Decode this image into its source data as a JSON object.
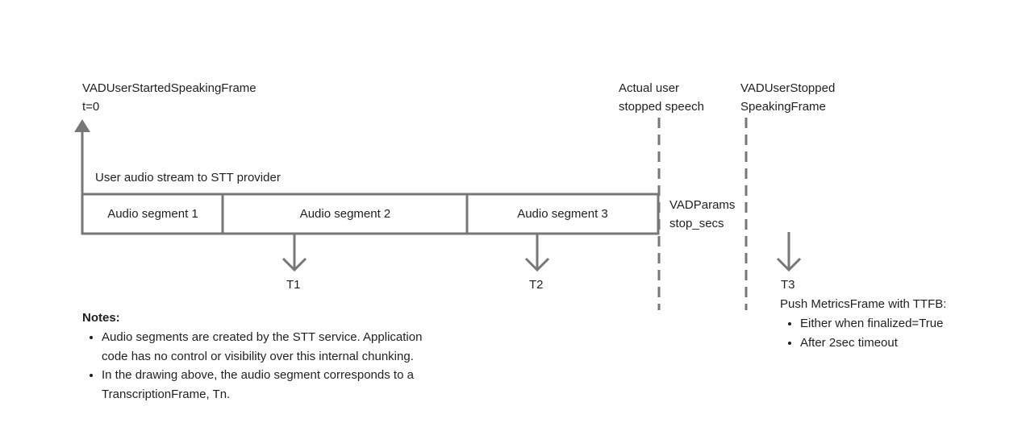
{
  "labels": {
    "start_frame": "VADUserStartedSpeakingFrame",
    "t0": "t=0",
    "actual_stop_line1": "Actual user",
    "actual_stop_line2": "stopped speech",
    "stopped_frame_line1": "VADUserStopped",
    "stopped_frame_line2": "SpeakingFrame",
    "stream": "User audio stream to STT provider",
    "vad_params_line1": "VADParams",
    "vad_params_line2": "stop_secs"
  },
  "segments": [
    {
      "label": "Audio segment 1"
    },
    {
      "label": "Audio segment 2"
    },
    {
      "label": "Audio segment 3"
    }
  ],
  "markers": [
    "T1",
    "T2",
    "T3"
  ],
  "t3_info": {
    "heading": "Push MetricsFrame with TTFB:",
    "items": [
      "Either when finalized=True",
      "After 2sec timeout"
    ]
  },
  "notes": {
    "title": "Notes:",
    "items": [
      "Audio segments are created by the STT service. Application",
      "code has no control or visibility over this internal chunking.",
      "In the drawing above, the audio segment corresponds to a",
      "TranscriptionFrame, Tn."
    ]
  },
  "colors": {
    "line": "#777777",
    "text": "#1f1f1f"
  }
}
